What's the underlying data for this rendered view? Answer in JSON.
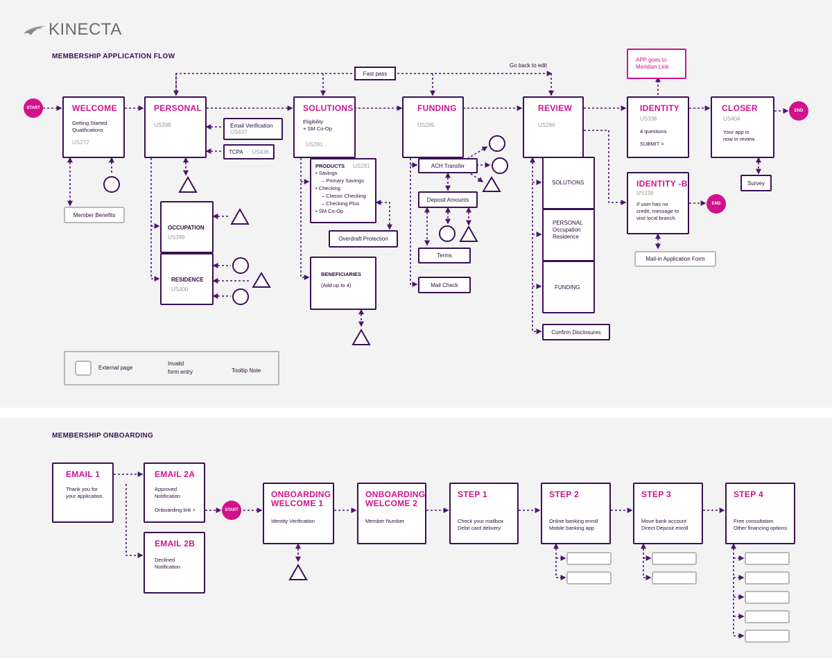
{
  "brand": {
    "logo_text": "KINECTA"
  },
  "section1": {
    "title": "MEMBERSHIP APPLICATION FLOW",
    "start": "START",
    "end": "END",
    "end2": "END",
    "fast_pass": "Fast pass",
    "go_back": "Go back to edit",
    "welcome": {
      "title": "WELCOME",
      "text1": "Getting Started",
      "text2": "Qualifications",
      "code": "US272"
    },
    "member_benefits": "Member Benefits",
    "personal": {
      "title": "PERSONAL",
      "code": "US398"
    },
    "email_verification": {
      "label": "Email Verification",
      "code": "US437"
    },
    "tcpa": {
      "label": "TCPA",
      "code": "US436"
    },
    "occupation": {
      "label": "OCCUPATION",
      "code": "US399"
    },
    "residence": {
      "label": "RESIDENCE",
      "code": "US400"
    },
    "solutions": {
      "title": "SOLUTIONS",
      "text1": "Eligibility",
      "text2": "+ SM Co-Op",
      "code": "US281"
    },
    "products": {
      "label": "PRODUCTS",
      "code": "US281",
      "lines": [
        "• Savings",
        "– Primary Savings",
        "• Checking",
        "– Classic Checking",
        "– Checking Plus",
        "• SM Co-Op"
      ]
    },
    "overdraft": "Overdraft Protection",
    "beneficiaries": {
      "label": "BENEFICIARIES",
      "text": "(Add up to 4)"
    },
    "funding": {
      "title": "FUNDING",
      "code": "US285"
    },
    "ach": "ACH Transfer",
    "deposit": "Deposit Amounts",
    "terms": "Terms",
    "mail_check": "Mail Check",
    "review": {
      "title": "REVIEW",
      "code": "US286"
    },
    "review_solutions": "SOLUTIONS",
    "review_personal": [
      "PERSONAL",
      "Occupation",
      "Residence"
    ],
    "review_funding": "FUNDING",
    "confirm": "Confirm Disclosures",
    "identity": {
      "title": "IDENTITY",
      "code": "US338",
      "text1": "4 questions",
      "text2": "SUBMIT >"
    },
    "app_goes": [
      "APP goes to",
      "Meridian Link"
    ],
    "identity_b": {
      "title": "IDENTITY -B",
      "code": "US338",
      "lines": [
        "If user has no",
        "credit, message to",
        "visit local branch."
      ]
    },
    "mail_in": "Mail-in Application Form",
    "closer": {
      "title": "CLOSER",
      "code": "US404",
      "text1": "Your app is",
      "text2": "now in review"
    },
    "survey": "Survey",
    "legend": {
      "external": "External page",
      "invalid": [
        "Invalid",
        "form entry"
      ],
      "tooltip": "Tooltip Note"
    }
  },
  "section2": {
    "title": "MEMBERSHIP ONBOARDING",
    "start": "START",
    "email1": {
      "title": "EMAIL 1",
      "lines": [
        "Thank you for",
        "your application."
      ]
    },
    "email2a": {
      "title": "EMAIL 2A",
      "lines": [
        "Approved",
        "Notification"
      ],
      "link": "Onboarding link >"
    },
    "email2b": {
      "title": "EMAIL 2B",
      "lines": [
        "Declined",
        "Notification"
      ]
    },
    "ow1": {
      "title": [
        "ONBOARDING",
        "WELCOME 1"
      ],
      "text": "Identity Verification"
    },
    "ow2": {
      "title": [
        "ONBOARDING",
        "WELCOME 2"
      ],
      "text": "Member Number"
    },
    "step1": {
      "title": "STEP 1",
      "lines": [
        "Check your mailbox",
        "Debit card delivery"
      ]
    },
    "step2": {
      "title": "STEP 2",
      "lines": [
        "Online banking enroll",
        "Mobile banking app"
      ]
    },
    "step3": {
      "title": "STEP 3",
      "lines": [
        "Move bank account",
        "Direct Deposit enroll"
      ]
    },
    "step4": {
      "title": "STEP 4",
      "lines": [
        "Free consultation",
        "Other financing options"
      ]
    }
  },
  "colors": {
    "purple": "#3a0f55",
    "magenta": "#d1128c",
    "grey": "#b8b8b8",
    "bg": "#f3f3f3"
  },
  "icons": {
    "logo": "kinecta-bird-icon",
    "invalid": "triangle-icon",
    "tooltip": "circle-icon",
    "external": "rounded-square-icon"
  }
}
